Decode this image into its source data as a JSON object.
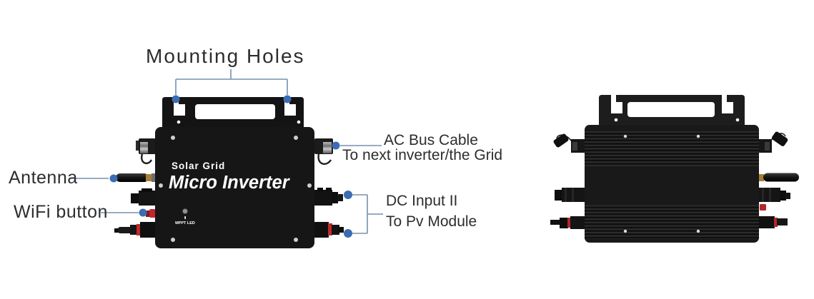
{
  "diagram_title": "Micro inverter callout diagram (front and back views)",
  "labels": {
    "mounting_holes": "Mounting Holes",
    "antenna": "Antenna",
    "wifi_button": "WiFi button",
    "ac_bus_line1": "AC Bus Cable",
    "ac_bus_line2": "To next inverter/the Grid",
    "dc_input_line1": "DC Input II",
    "dc_input_line2": "To Pv Module"
  },
  "device_front": {
    "brand_line1": "Solar Grid",
    "brand_line2": "Micro Inverter",
    "led_label": "MPPT LED"
  },
  "icons": {
    "callout_dot": "filled-circle-marker",
    "mounting_hole_markers": 2,
    "dc_input_markers": 2
  },
  "colors": {
    "background": "#ffffff",
    "label_text": "#2d2d2d",
    "callout_line": "#7590ae",
    "callout_dot": "#3b6cb4",
    "device_body": "#161616",
    "back_device_body": "#191919",
    "brand_text": "#ffffff",
    "wifi_button_red": "#c2272b",
    "dc_ring_red": "#bf2b2b",
    "antenna_gold": "#a87f36"
  }
}
